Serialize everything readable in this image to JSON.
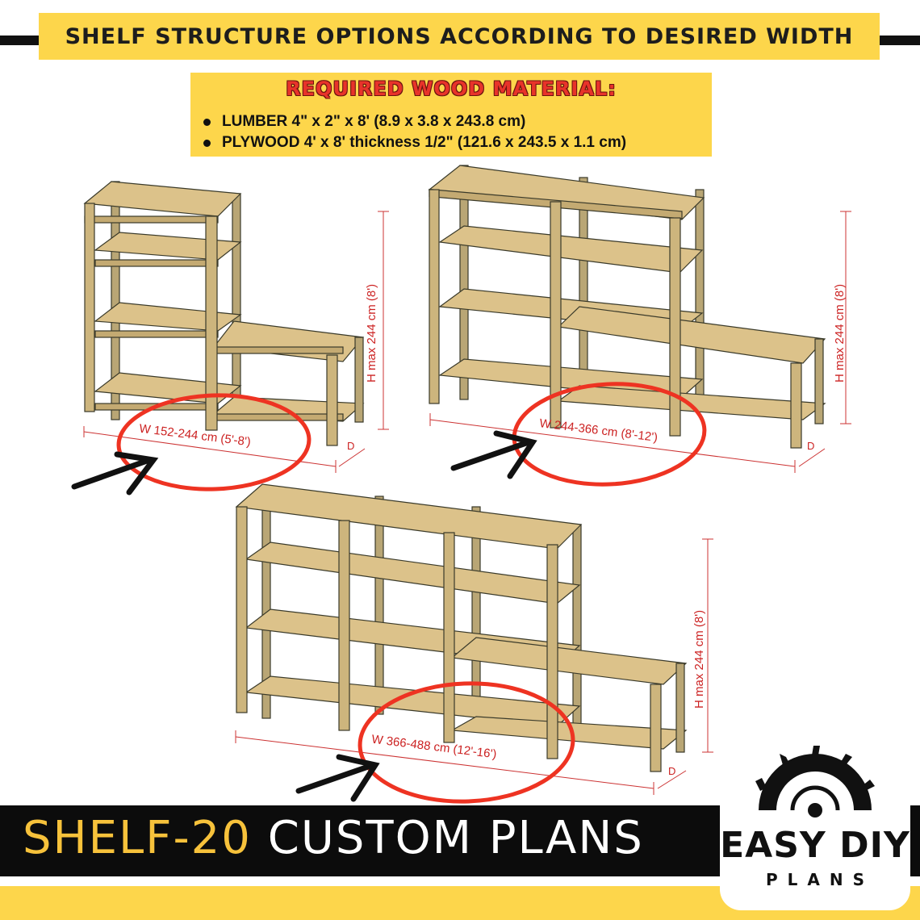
{
  "header": {
    "title": "SHELF STRUCTURE OPTIONS ACCORDING TO DESIRED WIDTH"
  },
  "materials": {
    "title": "REQUIRED WOOD MATERIAL:",
    "items": [
      "LUMBER  4\" x 2\" x 8'  (8.9 x 3.8 x 243.8 cm)",
      "PLYWOOD  4' x 8' thickness 1/2\"  (121.6 x 243.5 x 1.1 cm)"
    ]
  },
  "options": [
    {
      "width_label": "W 152-244 cm (5'-8')",
      "height_label": "H max 244 cm (8')",
      "depth_label": "D"
    },
    {
      "width_label": "W 244-366 cm (8'-12')",
      "height_label": "H max 244 cm (8')",
      "depth_label": "D"
    },
    {
      "width_label": "W 366-488 cm (12'-16')",
      "height_label": "H max 244 cm (8')",
      "depth_label": "D"
    }
  ],
  "footer": {
    "code": "SHELF-20",
    "title": "CUSTOM  PLANS"
  },
  "logo": {
    "brand": "EASY DIY",
    "sub": "PLANS"
  },
  "colors": {
    "banner_yellow": "#fdd64b",
    "accent_red": "#e8332a",
    "wood": "#d9c08a",
    "dimension_red": "#cc2222"
  }
}
